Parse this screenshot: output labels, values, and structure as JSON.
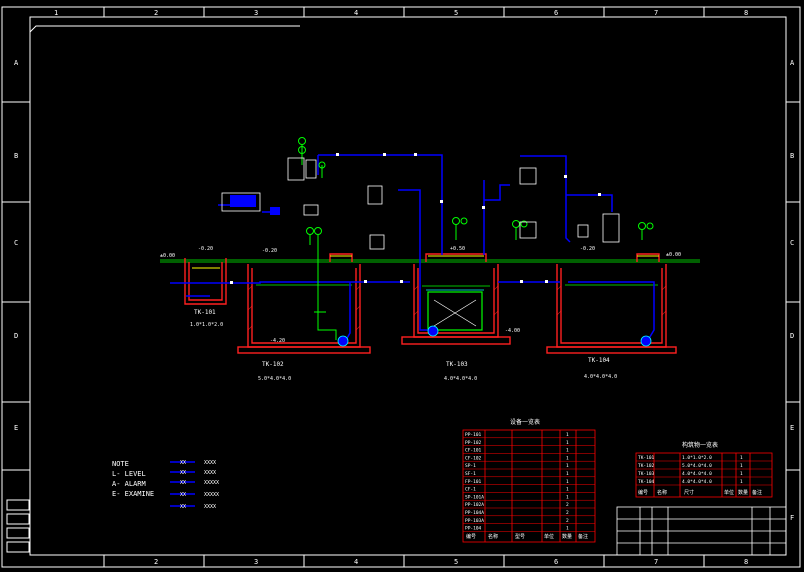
{
  "colors": {
    "frame": "#ffffff",
    "grid": "#ff0000",
    "pipe_blue": "#0000ff",
    "pipe_green": "#00ff00",
    "water": "#00c000",
    "tank_wall": "#ff2020",
    "level_yellow": "#ffff00",
    "accent_cyan": "#00ffff",
    "text": "#ffffff"
  },
  "border": {
    "columns": [
      "1",
      "2",
      "3",
      "4",
      "5",
      "6",
      "7",
      "8"
    ],
    "rows": [
      "A",
      "B",
      "C",
      "D",
      "E",
      "F"
    ]
  },
  "tanks": [
    {
      "id": "tk101",
      "tag": "TK-101",
      "cap": "1.0*1.0*2.0"
    },
    {
      "id": "tk102",
      "tag": "TK-102",
      "cap": "5.0*4.0*4.0"
    },
    {
      "id": "tk103",
      "tag": "TK-103",
      "cap": "4.0*4.0*4.0"
    },
    {
      "id": "tk104",
      "tag": "TK-104",
      "cap": "4.0*4.0*4.0"
    }
  ],
  "elevations": [
    "±0.00",
    "-0.20",
    "-4.20",
    "-4.00",
    "+0.50",
    "-0.20",
    "±0.00",
    "-0.20"
  ],
  "note": {
    "title": "NOTE",
    "lines": [
      "L-  LEVEL",
      "A-  ALARM",
      "E-  EXAMINE"
    ],
    "legend": [
      {
        "code": "XX",
        "text": "XXXX"
      },
      {
        "code": "XX",
        "text": "XXXX"
      },
      {
        "code": "XX",
        "text": "XXXXX"
      },
      {
        "code": "XX",
        "text": "XXXXX"
      },
      {
        "code": "XX",
        "text": "XXXX"
      }
    ]
  },
  "equipment_table": {
    "title": "设备一览表",
    "rows": [
      {
        "tag": "PP-101"
      },
      {
        "tag": "PP-102"
      },
      {
        "tag": "CF-101"
      },
      {
        "tag": "CF-102"
      },
      {
        "tag": "SP-1"
      },
      {
        "tag": "SF-1"
      },
      {
        "tag": "FP-101"
      },
      {
        "tag": "CF-1"
      },
      {
        "tag": "SP-101A"
      },
      {
        "tag": "PP-102A"
      },
      {
        "tag": "PP-104A"
      },
      {
        "tag": "PP-103A"
      },
      {
        "tag": "PP-104"
      }
    ],
    "qty": [
      "1",
      "1",
      "1",
      "1",
      "1",
      "1",
      "1",
      "1",
      "1",
      "2",
      "2",
      "2",
      "1"
    ],
    "footer": [
      "编号",
      "名称",
      "型号",
      "单位",
      "数量",
      "备注"
    ]
  },
  "tank_table": {
    "title": "构筑物一览表",
    "rows": [
      {
        "tag": "TK-101",
        "size": "1.0*1.0*2.0",
        "qty": "1"
      },
      {
        "tag": "TK-102",
        "size": "5.0*4.0*4.0",
        "qty": "1"
      },
      {
        "tag": "TK-103",
        "size": "4.0*4.0*4.0",
        "qty": "1"
      },
      {
        "tag": "TK-104",
        "size": "4.0*4.0*4.0",
        "qty": "1"
      }
    ],
    "footer": [
      "编号",
      "名称",
      "尺寸",
      "单位",
      "数量",
      "备注"
    ]
  }
}
